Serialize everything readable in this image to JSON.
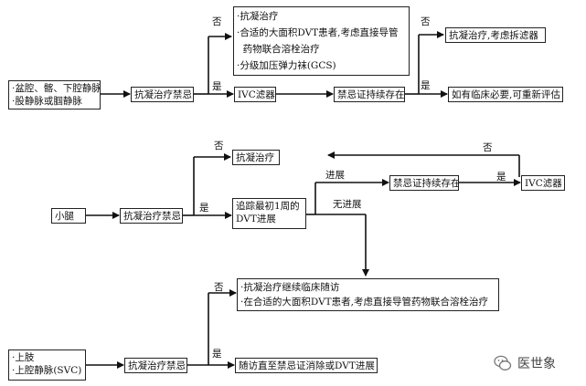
{
  "flow1": {
    "start": [
      "·盆腔、髂、下腔静脉",
      "·股静脉或腘静脉"
    ],
    "contra": "抗凝治疗禁忌",
    "opt_no": [
      "·抗凝治疗",
      "·合适的大面积DVT患者,考虑直接导管",
      "  药物联合溶栓治疗",
      "·分级加压弹力袜(GCS)"
    ],
    "ivc": "IVC滤器",
    "persist": "禁忌证持续存在",
    "no_result": "抗凝治疗,考虑拆滤器",
    "yes_result": "如有临床必要,可重新评估",
    "label_no1": "否",
    "label_yes1": "是",
    "label_no2": "否",
    "label_yes2": "是"
  },
  "flow2": {
    "start": "小腿",
    "contra": "抗凝治疗禁忌",
    "anticoag": "抗凝治疗",
    "track": [
      "追踪最初1周的",
      "DVT进展"
    ],
    "persist": "禁忌证持续存在",
    "ivc": "IVC滤器",
    "label_no": "否",
    "label_yes": "是",
    "label_progress": "进展",
    "label_noprogress": "无进展",
    "label_no2": "否",
    "label_yes2": "是"
  },
  "flow3": {
    "start": [
      "·上肢",
      "·上腔静脉(SVC)"
    ],
    "contra": "抗凝治疗禁忌",
    "opt_no": [
      "·抗凝治疗继续临床随访",
      "·在合适的大面积DVT患者,考虑直接导管药物联合溶栓治疗"
    ],
    "yes_result": "随访直至禁忌证消除或DVT进展",
    "label_no": "否",
    "label_yes": "是"
  },
  "watermark": {
    "text": "医世象",
    "icon": "wechat-logo-icon"
  },
  "colors": {
    "line": "#111111",
    "box_border": "#222222"
  }
}
